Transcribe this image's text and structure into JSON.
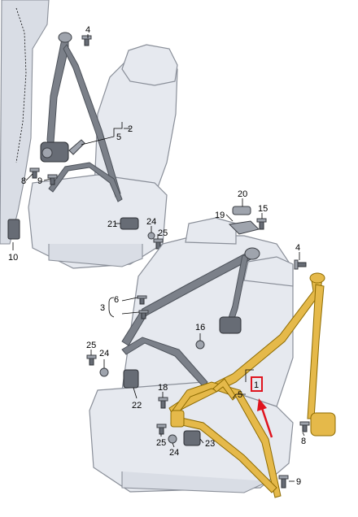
{
  "callouts": {
    "c1": "1",
    "c2": "2",
    "c3": "3",
    "c4_top": "4",
    "c4_right": "4",
    "c5_top": "5",
    "c5_bottom": "5",
    "c6": "6",
    "c8_left": "8",
    "c8_right": "8",
    "c9_left": "9",
    "c9_right": "9",
    "c10": "10",
    "c15": "15",
    "c16": "16",
    "c18": "18",
    "c19": "19",
    "c20": "20",
    "c21": "21",
    "c22": "22",
    "c23": "23",
    "c24_a": "24",
    "c24_b": "24",
    "c24_c": "24",
    "c25_a": "25",
    "c25_b": "25",
    "c25_c": "25"
  },
  "colors": {
    "highlight_box": "#e0141e",
    "arrow": "#e0141e",
    "belt_yellow": "#e5b94a",
    "belt_grey": "#7b8089",
    "seat": "#e6e9ef"
  }
}
